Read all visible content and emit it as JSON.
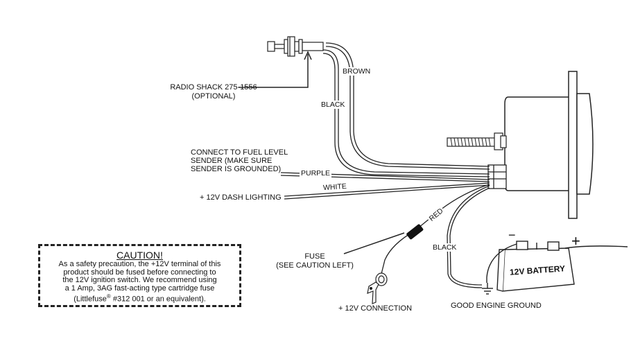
{
  "labels": {
    "radio_shack": [
      "RADIO SHACK 275-1556",
      "(OPTIONAL)"
    ],
    "fuel_sender": [
      "CONNECT TO FUEL LEVEL",
      "SENDER (MAKE SURE",
      "SENDER IS GROUNDED)"
    ],
    "dash_lighting": "+ 12V DASH LIGHTING",
    "fuse": [
      "FUSE",
      "(SEE CAUTION LEFT)"
    ],
    "ignition": "+ 12V CONNECTION",
    "ground": "GOOD ENGINE GROUND"
  },
  "wires": {
    "brown": "BROWN",
    "black_top": "BLACK",
    "purple": "PURPLE",
    "white": "WHITE",
    "red": "RED",
    "black_bottom": "BLACK"
  },
  "battery": {
    "label": "12V BATTERY",
    "minus": "−",
    "plus": "+"
  },
  "caution": {
    "title": "CAUTION!",
    "lines": [
      "As a safety precaution, the +12V terminal of this",
      "product should be fused before connecting to",
      "the 12V ignition switch.  We recommend using",
      "a 1 Amp, 3AG fast-acting type cartridge fuse"
    ],
    "last_line_before": "(Littlefuse",
    "registered_mark": "®",
    "last_line_after": " #312 001 or an equivalent)."
  }
}
